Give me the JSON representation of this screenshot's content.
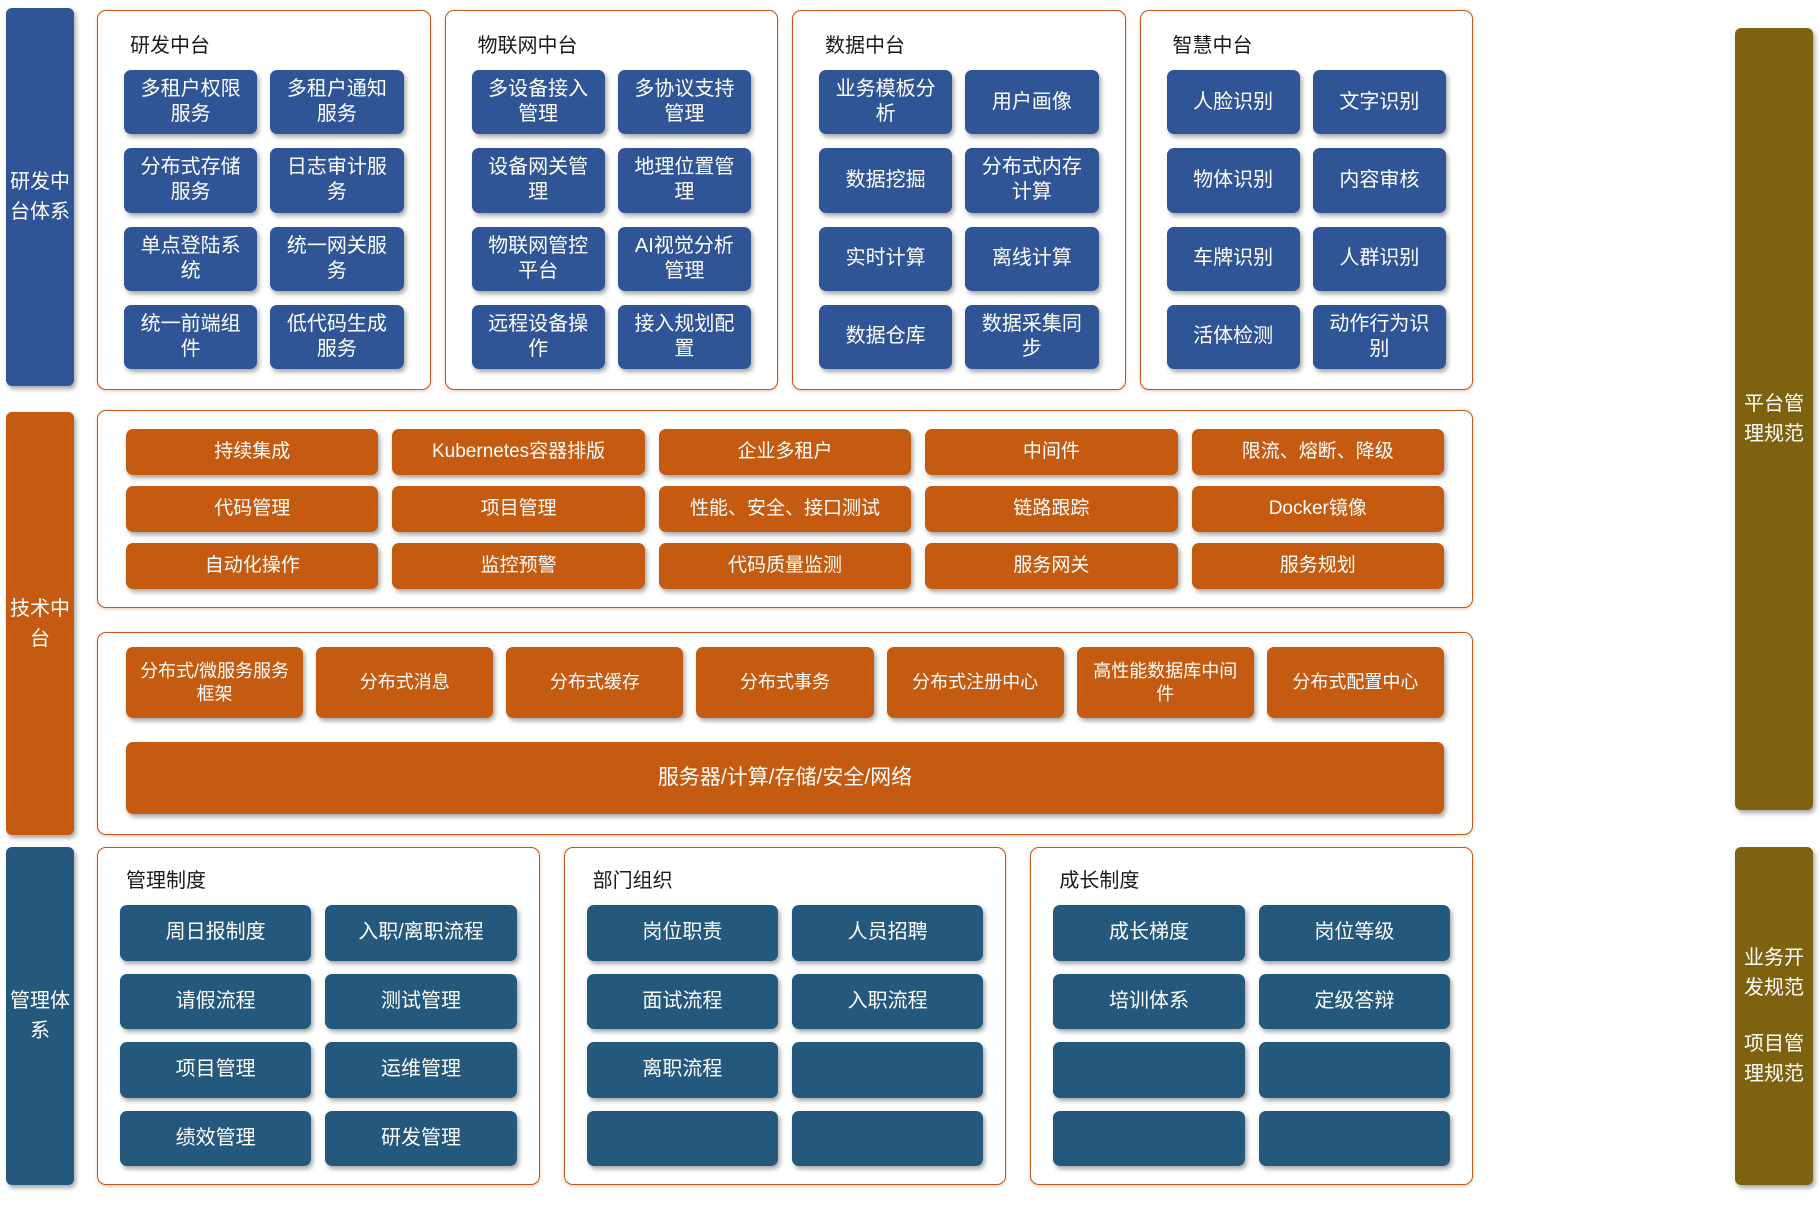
{
  "colors": {
    "blue": "#2F5597",
    "orange": "#C55A11",
    "navy": "#24587C",
    "olive": "#7E6210",
    "box_border": "#C0571B"
  },
  "left_rails": [
    {
      "label": "研发中台体系"
    },
    {
      "label": "技术中台"
    },
    {
      "label": "管理体系"
    }
  ],
  "right_rails": {
    "platform": {
      "label": "平台管理规范"
    },
    "biz": {
      "label_1": "业务开发规范",
      "label_2": "项目管理规范"
    }
  },
  "top_groups": [
    {
      "title": "研发中台",
      "items": [
        "多租户权限服务",
        "多租户通知服务",
        "分布式存储服务",
        "日志审计服务",
        "单点登陆系统",
        "统一网关服务",
        "统一前端组件",
        "低代码生成服务"
      ]
    },
    {
      "title": "物联网中台",
      "items": [
        "多设备接入管理",
        "多协议支持管理",
        "设备网关管理",
        "地理位置管理",
        "物联网管控平台",
        "AI视觉分析管理",
        "远程设备操作",
        "接入规划配置"
      ]
    },
    {
      "title": "数据中台",
      "items": [
        "业务模板分析",
        "用户画像",
        "数据挖掘",
        "分布式内存计算",
        "实时计算",
        "离线计算",
        "数据仓库",
        "数据采集同步"
      ]
    },
    {
      "title": "智慧中台",
      "items": [
        "人脸识别",
        "文字识别",
        "物体识别",
        "内容审核",
        "车牌识别",
        "人群识别",
        "活体检测",
        "动作行为识别"
      ]
    }
  ],
  "tech": {
    "ops": [
      "持续集成",
      "Kubernetes容器排版",
      "企业多租户",
      "中间件",
      "限流、熔断、降级",
      "代码管理",
      "项目管理",
      "性能、安全、接口测试",
      "链路跟踪",
      "Docker镜像",
      "自动化操作",
      "监控预警",
      "代码质量监测",
      "服务网关",
      "服务规划"
    ],
    "infra": [
      "分布式/微服务服务框架",
      "分布式消息",
      "分布式缓存",
      "分布式事务",
      "分布式注册中心",
      "高性能数据库中间件",
      "分布式配置中心"
    ],
    "server_bar": "服务器/计算/存储/安全/网络"
  },
  "bottom_groups": [
    {
      "title": "管理制度",
      "items": [
        "周日报制度",
        "入职/离职流程",
        "请假流程",
        "测试管理",
        "项目管理",
        "运维管理",
        "绩效管理",
        "研发管理"
      ]
    },
    {
      "title": "部门组织",
      "items": [
        "岗位职责",
        "人员招聘",
        "面试流程",
        "入职流程",
        "离职流程",
        "",
        "",
        ""
      ]
    },
    {
      "title": "成长制度",
      "items": [
        "成长梯度",
        "岗位等级",
        "培训体系",
        "定级答辩",
        "",
        "",
        "",
        ""
      ]
    }
  ]
}
